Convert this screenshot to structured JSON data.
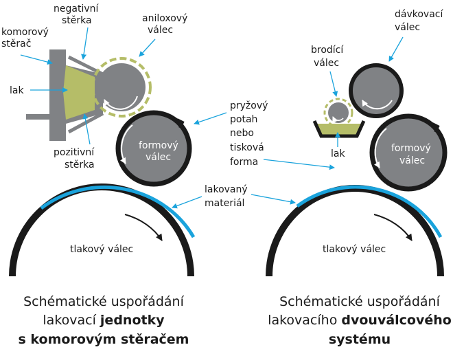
{
  "colors": {
    "accent": "#1aa3dc",
    "cylinder": "#808285",
    "varnish": "#b5bd68",
    "outline": "#1a1a1a"
  },
  "left": {
    "labels": {
      "komorovy_line1": "komorový",
      "komorovy_line2": "stěrač",
      "negativni_line1": "negativní",
      "negativni_line2": "stěrka",
      "aniloxovy_line1": "aniloxový",
      "aniloxovy_line2": "válec",
      "lak": "lak",
      "pozitivni_line1": "pozitivní",
      "pozitivni_line2": "stěrka",
      "formovy_line1": "formový",
      "formovy_line2": "válec",
      "tlakovy": "tlakový válec"
    },
    "caption": {
      "line1": "Schématické uspořádání",
      "line2_normal": "lakovací ",
      "line2_bold": "jednotky",
      "line3": "s komorovým stěračem"
    }
  },
  "center": {
    "pryzovy_line1": "pryžový",
    "pryzovy_line2": "potah",
    "pryzovy_line3": "nebo",
    "pryzovy_line4": "tisková",
    "pryzovy_line5": "forma",
    "lakovany_line1": "lakovaný",
    "lakovany_line2": "materiál"
  },
  "right": {
    "labels": {
      "brodici_line1": "brodící",
      "brodici_line2": "válec",
      "davkovaci_line1": "dávkovací",
      "davkovaci_line2": "válec",
      "lak": "lak",
      "formovy_line1": "formový",
      "formovy_line2": "válec",
      "tlakovy": "tlakový válec"
    },
    "caption": {
      "line1": "Schématické uspořádání",
      "line2_normal": "lakovacího ",
      "line2_bold": "dvouválcového",
      "line3": "systému"
    }
  }
}
